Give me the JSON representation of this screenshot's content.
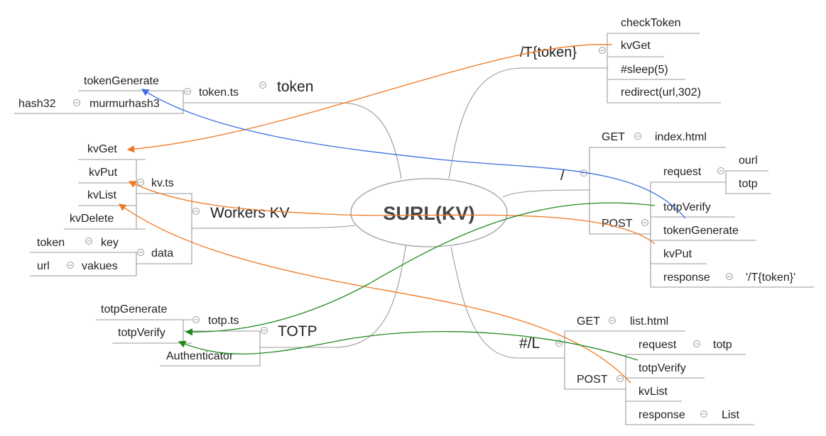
{
  "center": {
    "label": "SURL(KV)"
  },
  "nodes": {
    "token_route": "/T{token}",
    "check_token": "checkToken",
    "t_kv_get": "kvGet",
    "sleep": "#sleep(5)",
    "redirect": "redirect(url,302)",
    "token": "token",
    "token_ts": "token.ts",
    "token_generate": "tokenGenerate",
    "murmurhash3": "murmurhash3",
    "hash32": "hash32",
    "kv_get": "kvGet",
    "kv_put": "kvPut",
    "kv_list": "kvList",
    "kv_delete": "kvDelete",
    "kv_ts": "kv.ts",
    "workers_kv": "Workers KV",
    "data": "data",
    "token_key_l": "token",
    "key": "key",
    "url_l": "url",
    "vakues": "vakues",
    "root_route": "/",
    "get1": "GET",
    "index_html": "index.html",
    "post1": "POST",
    "request1": "request",
    "ourl": "ourl",
    "totp1": "totp",
    "totp_verify1": "totpVerify",
    "token_generate2": "tokenGenerate",
    "kv_put2": "kvPut",
    "response1": "response",
    "resp_val": "'/T{token}'",
    "totp_generate": "totpGenerate",
    "totp_verify": "totpVerify",
    "authenticator": "Authenticator",
    "totp_ts": "totp.ts",
    "totp_main": "TOTP",
    "list_route": "#/L",
    "get2": "GET",
    "list_html": "list.html",
    "post2": "POST",
    "request2": "request",
    "totp2": "totp",
    "totp_verify2": "totpVerify",
    "kv_list2": "kvList",
    "response2": "response",
    "list_val": "List"
  },
  "link_colors": {
    "kv": "#f07820",
    "token": "#3d6fe0",
    "totp": "#1f8a1f"
  },
  "icons": {
    "toggle": "collapse-toggle-icon",
    "arrow": "arrow-head-icon"
  }
}
